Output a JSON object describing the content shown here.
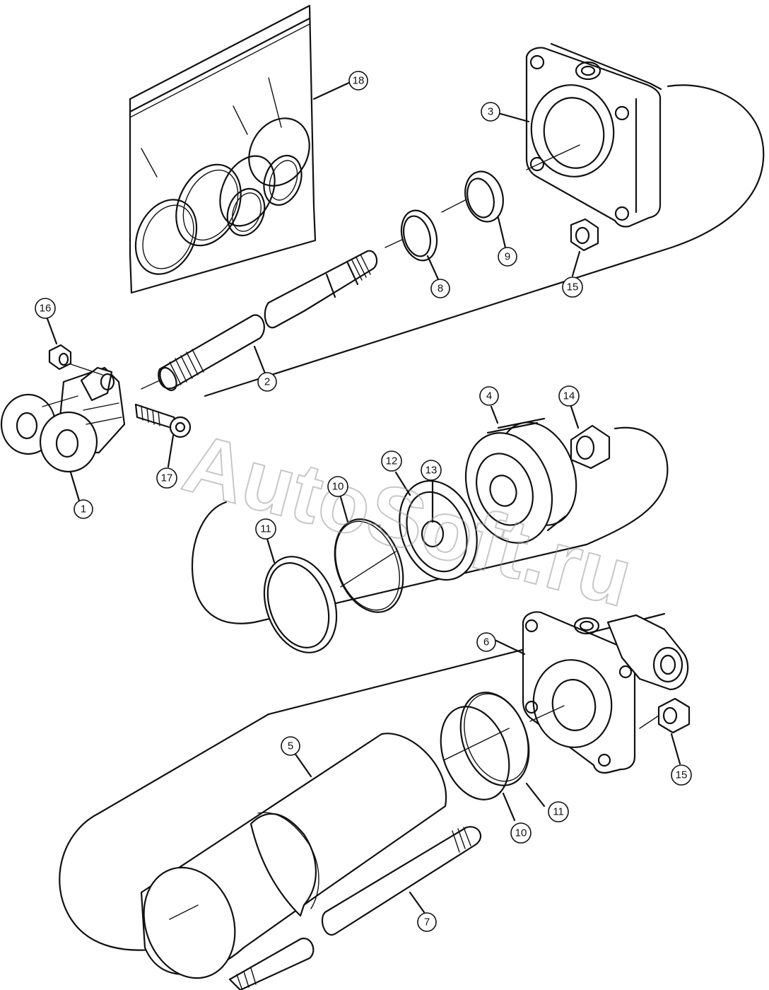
{
  "watermark": "AutoSoft.ru",
  "callouts": [
    {
      "id": "c18",
      "label": "18"
    },
    {
      "id": "c3",
      "label": "3"
    },
    {
      "id": "c9",
      "label": "9"
    },
    {
      "id": "c8",
      "label": "8"
    },
    {
      "id": "c15a",
      "label": "15"
    },
    {
      "id": "c16",
      "label": "16"
    },
    {
      "id": "c2",
      "label": "2"
    },
    {
      "id": "c17",
      "label": "17"
    },
    {
      "id": "c1",
      "label": "1"
    },
    {
      "id": "c4",
      "label": "4"
    },
    {
      "id": "c14",
      "label": "14"
    },
    {
      "id": "c12",
      "label": "12"
    },
    {
      "id": "c13",
      "label": "13"
    },
    {
      "id": "c10a",
      "label": "10"
    },
    {
      "id": "c11a",
      "label": "11"
    },
    {
      "id": "c6",
      "label": "6"
    },
    {
      "id": "c5",
      "label": "5"
    },
    {
      "id": "c11b",
      "label": "11"
    },
    {
      "id": "c10b",
      "label": "10"
    },
    {
      "id": "c15b",
      "label": "15"
    },
    {
      "id": "c7",
      "label": "7"
    }
  ]
}
